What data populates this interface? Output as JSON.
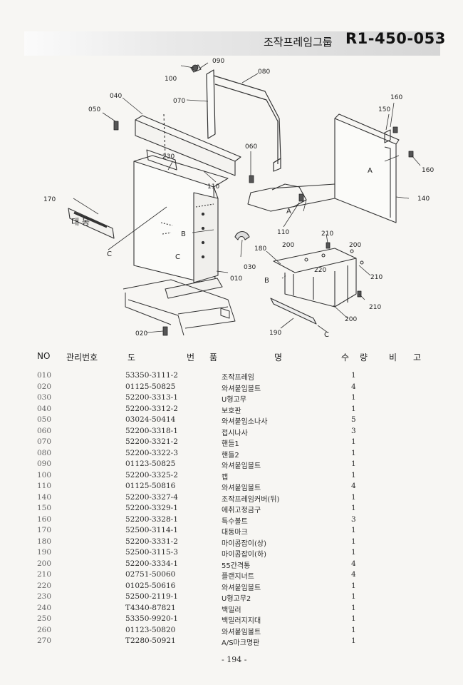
{
  "header": {
    "group_title": "조작프레임그룹",
    "group_code": "R1-450-053"
  },
  "diagram_labels": {
    "n010": "010",
    "n020": "020",
    "n030": "030",
    "n040": "040",
    "n050": "050",
    "n060": "060",
    "n070": "070",
    "n080": "080",
    "n090": "090",
    "n100": "100",
    "n110a": "110",
    "n110b": "110",
    "n140": "140",
    "n150": "150",
    "n160a": "160",
    "n160b": "160",
    "n170": "170",
    "n180": "180",
    "n190": "190",
    "n200a": "200",
    "n200b": "200",
    "n200c": "200",
    "n210a": "210",
    "n210b": "210",
    "n210c": "210",
    "n220": "220",
    "n230": "230",
    "refA1": "A",
    "refA2": "A",
    "refB1": "B",
    "refB2": "B",
    "refC1": "C",
    "refC2": "C",
    "refC3": "C"
  },
  "table": {
    "headers": {
      "no": "NO",
      "mgmt": "관리번호",
      "do": "도",
      "beon": "번",
      "pum": "품",
      "myeong": "명",
      "su": "수",
      "ryang": "량",
      "bi": "비",
      "go": "고"
    },
    "rows": [
      {
        "no": "010",
        "part": "53350-3111-2",
        "name": "조작프레임",
        "qty": "1"
      },
      {
        "no": "020",
        "part": "01125-50825",
        "name": "와셔붙임볼트",
        "qty": "4"
      },
      {
        "no": "030",
        "part": "52200-3313-1",
        "name": "U형고무",
        "qty": "1"
      },
      {
        "no": "040",
        "part": "52200-3312-2",
        "name": "보호판",
        "qty": "1"
      },
      {
        "no": "050",
        "part": "03024-50414",
        "name": "와셔붙임소나사",
        "qty": "5"
      },
      {
        "no": "060",
        "part": "52200-3318-1",
        "name": "접시나사",
        "qty": "3"
      },
      {
        "no": "070",
        "part": "52200-3321-2",
        "name": "핸들1",
        "qty": "1"
      },
      {
        "no": "080",
        "part": "52200-3322-3",
        "name": "핸들2",
        "qty": "1"
      },
      {
        "no": "090",
        "part": "01123-50825",
        "name": "와셔붙임볼트",
        "qty": "1"
      },
      {
        "no": "100",
        "part": "52200-3325-2",
        "name": "캡",
        "qty": "1"
      },
      {
        "no": "110",
        "part": "01125-50816",
        "name": "와셔붙임볼트",
        "qty": "4"
      },
      {
        "no": "140",
        "part": "52200-3327-4",
        "name": "조작프레임커버(뒤)",
        "qty": "1"
      },
      {
        "no": "150",
        "part": "52200-3329-1",
        "name": "에취고정금구",
        "qty": "1"
      },
      {
        "no": "160",
        "part": "52200-3328-1",
        "name": "특수볼트",
        "qty": "3"
      },
      {
        "no": "170",
        "part": "52500-3114-1",
        "name": "대동마크",
        "qty": "1"
      },
      {
        "no": "180",
        "part": "52200-3331-2",
        "name": "마이콤잡이(상)",
        "qty": "1"
      },
      {
        "no": "190",
        "part": "52500-3115-3",
        "name": "마이콤잡이(하)",
        "qty": "1"
      },
      {
        "no": "200",
        "part": "52200-3334-1",
        "name": "55간격통",
        "qty": "4"
      },
      {
        "no": "210",
        "part": "02751-50060",
        "name": "플랜지너트",
        "qty": "4"
      },
      {
        "no": "220",
        "part": "01025-50616",
        "name": "와셔붙임볼트",
        "qty": "1"
      },
      {
        "no": "230",
        "part": "52500-2119-1",
        "name": "U형고무2",
        "qty": "1"
      },
      {
        "no": "240",
        "part": "T4340-87821",
        "name": "백밀러",
        "qty": "1"
      },
      {
        "no": "250",
        "part": "53350-9920-1",
        "name": "백밀러지지대",
        "qty": "1"
      },
      {
        "no": "260",
        "part": "01123-50820",
        "name": "와셔붙임볼트",
        "qty": "1"
      },
      {
        "no": "270",
        "part": "T2280-50921",
        "name": "A/S마크명판",
        "qty": "1"
      }
    ]
  },
  "footer": {
    "page": "- 194 -"
  },
  "colors": {
    "ink": "#222222",
    "paper": "#f7f6f3",
    "header_band": "#d6d6d6"
  }
}
